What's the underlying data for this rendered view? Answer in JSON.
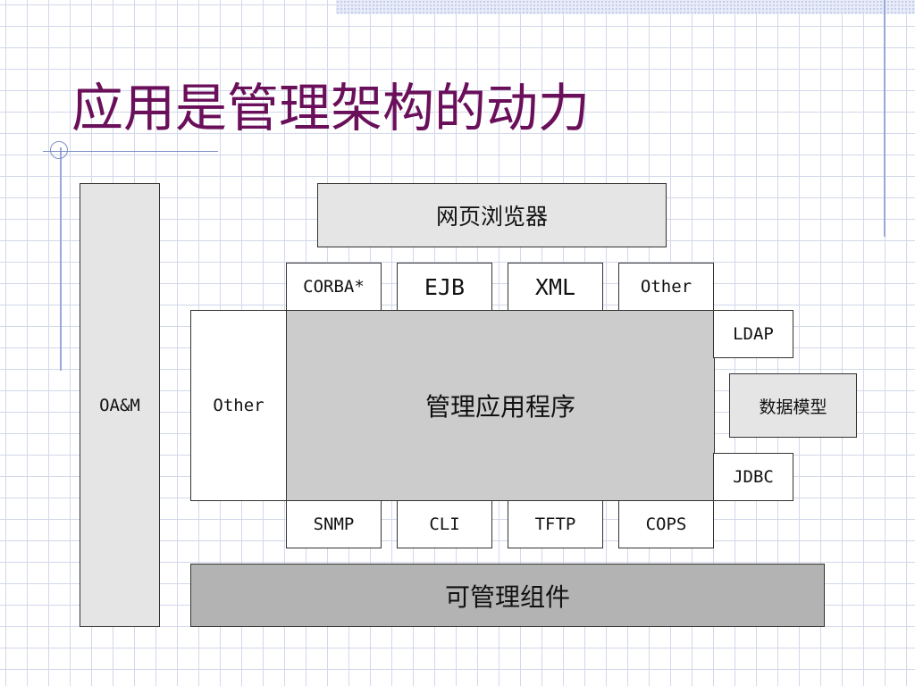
{
  "slide": {
    "title": "应用是管理架构的动力"
  },
  "diagram": {
    "web_browser": "网页浏览器",
    "protocols_top": [
      "CORBA*",
      "EJB",
      "XML",
      "Other"
    ],
    "oam": "OA&M",
    "other_left": "Other",
    "management_app": "管理应用程序",
    "data_access_right": [
      "LDAP",
      "JDBC"
    ],
    "data_model": "数据模型",
    "protocols_bottom": [
      "SNMP",
      "CLI",
      "TFTP",
      "COPS"
    ],
    "managed_components": "可管理组件"
  },
  "colors": {
    "title": "#6a0f5a",
    "grid": "#d3d8ea",
    "box_border": "#333333",
    "box_light": "#e5e5e5",
    "box_mid": "#cccccc",
    "box_dark": "#b3b3b3"
  }
}
